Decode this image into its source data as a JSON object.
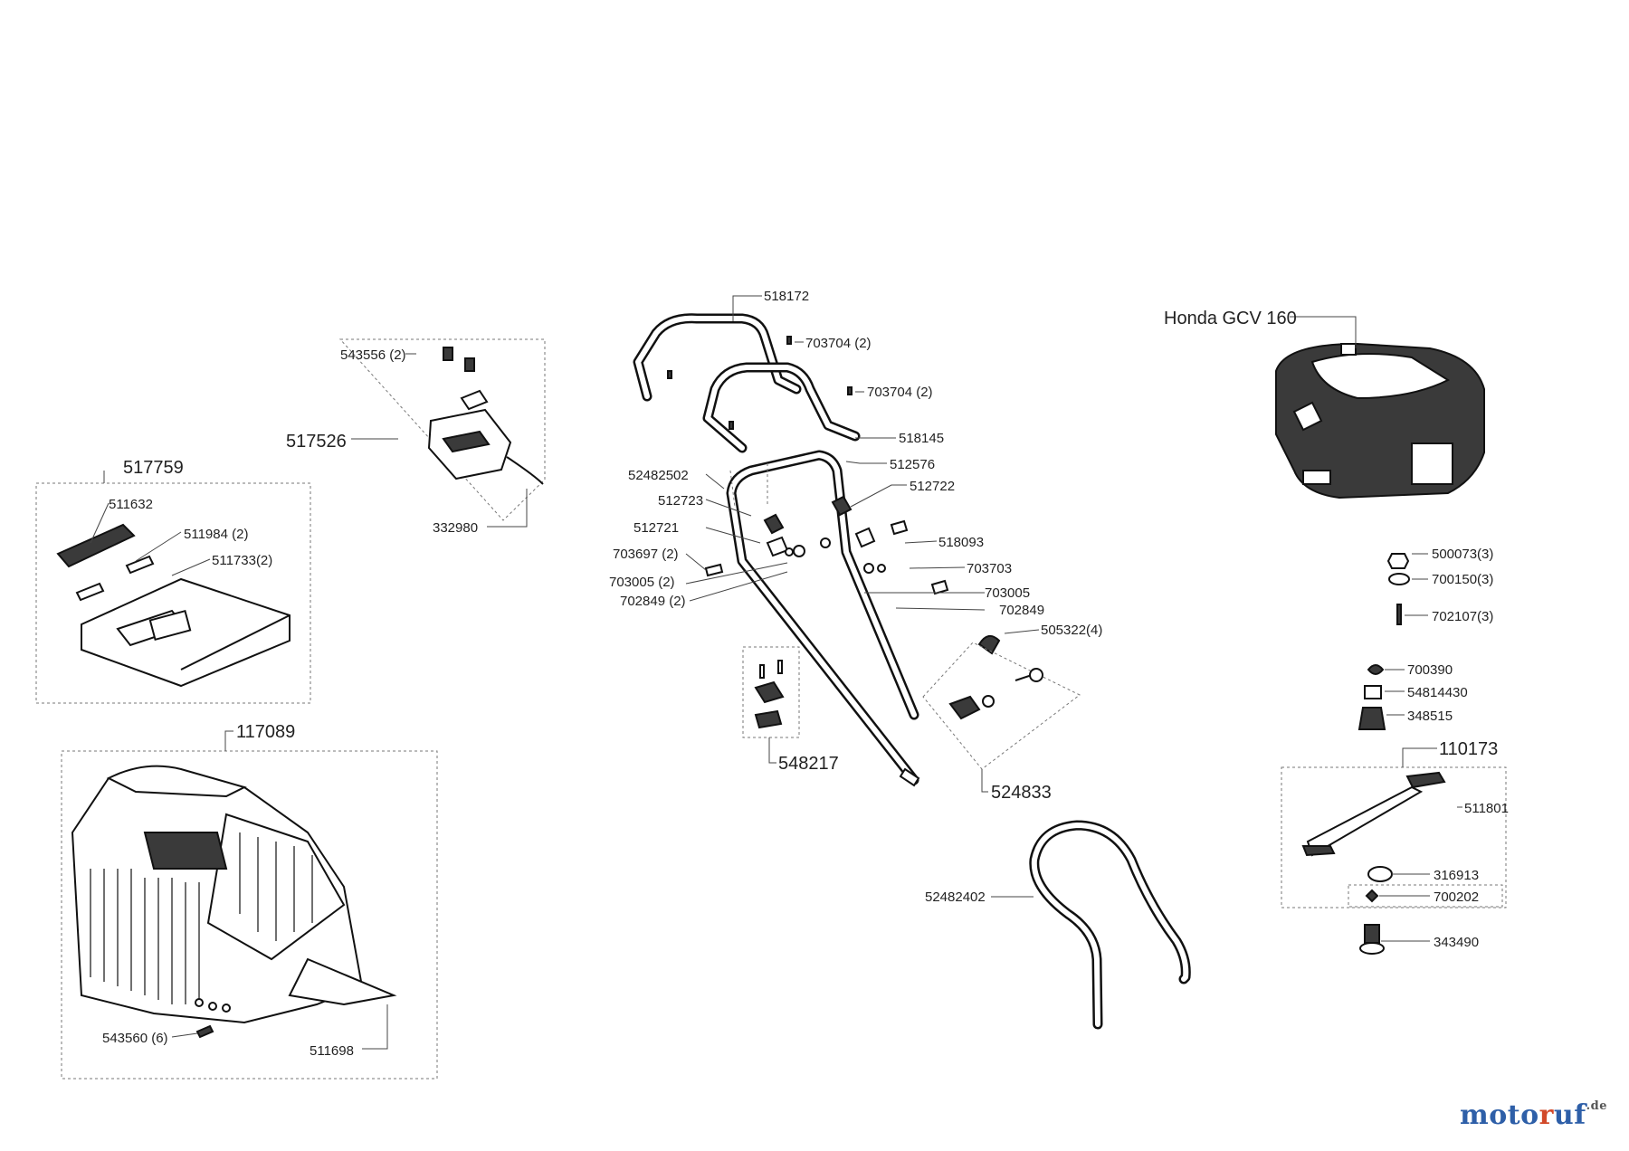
{
  "labels": {
    "l518172": "518172",
    "l703704a": "703704 (2)",
    "l703704b": "703704 (2)",
    "l518145": "518145",
    "l512576": "512576",
    "l512722": "512722",
    "l52482502": "52482502",
    "l512723": "512723",
    "l512721": "512721",
    "l703697": "703697 (2)",
    "l703005a": "703005 (2)",
    "l702849a": "702849 (2)",
    "l518093": "518093",
    "l703703": "703703",
    "l703005b": "703005",
    "l702849b": "702849",
    "l505322": "505322(4)",
    "l548217": "548217",
    "l524833": "524833",
    "l52482402": "52482402",
    "l543556": "543556 (2)",
    "l517526": "517526",
    "l332980": "332980",
    "l517759": "517759",
    "l511632": "511632",
    "l511984": "511984 (2)",
    "l511733": "511733(2)",
    "l117089": "117089",
    "l543560": "543560 (6)",
    "l511698": "511698",
    "lHonda": "Honda GCV 160",
    "l500073": "500073(3)",
    "l700150": "700150(3)",
    "l702107": "702107(3)",
    "l700390": "700390",
    "l54814430": "54814430",
    "l348515": "348515",
    "l110173": "110173",
    "l511801": "511801",
    "l316913": "316913",
    "l700202": "700202",
    "l343490": "343490"
  },
  "brand": {
    "part1": "moto",
    "part2": "r",
    "part3": "uf",
    "tld": ".de"
  }
}
